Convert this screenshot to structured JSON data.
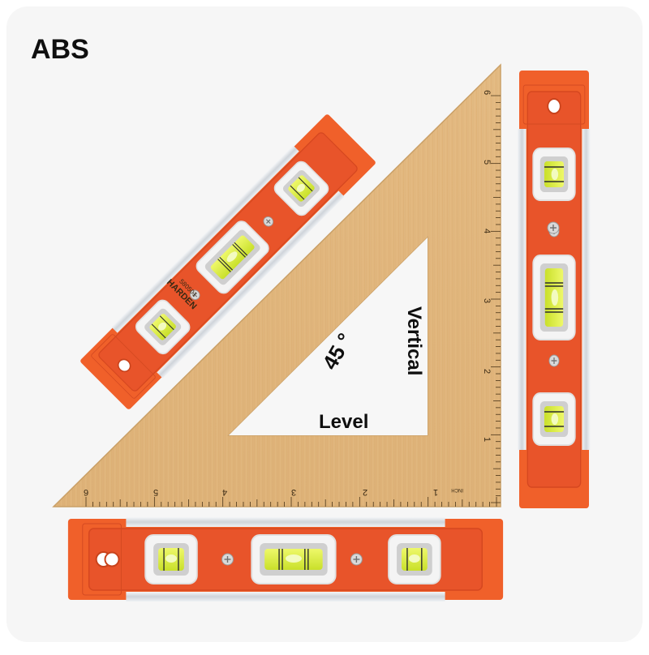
{
  "product": {
    "material_label": "ABS",
    "angle_label": "45 °",
    "vertical_label": "Vertical",
    "level_label": "Level",
    "brand_text": "HARDEN",
    "model_text": "580501"
  },
  "square": {
    "bottom_scale_labels": [
      "6",
      "5",
      "4",
      "3",
      "2",
      "1"
    ],
    "right_scale_labels": [
      "6",
      "5",
      "4",
      "3",
      "2",
      "1"
    ],
    "unit_label": "INCH"
  },
  "colors": {
    "level_body": "#f0602a",
    "level_panel": "#e8542a",
    "wood": "#e2b87f",
    "vial_fluid": "#d8ef3a",
    "aluminium": "#d9dde2"
  },
  "icons": [
    "hang-hole-icon",
    "screw-icon",
    "bubble-vial-icon"
  ]
}
